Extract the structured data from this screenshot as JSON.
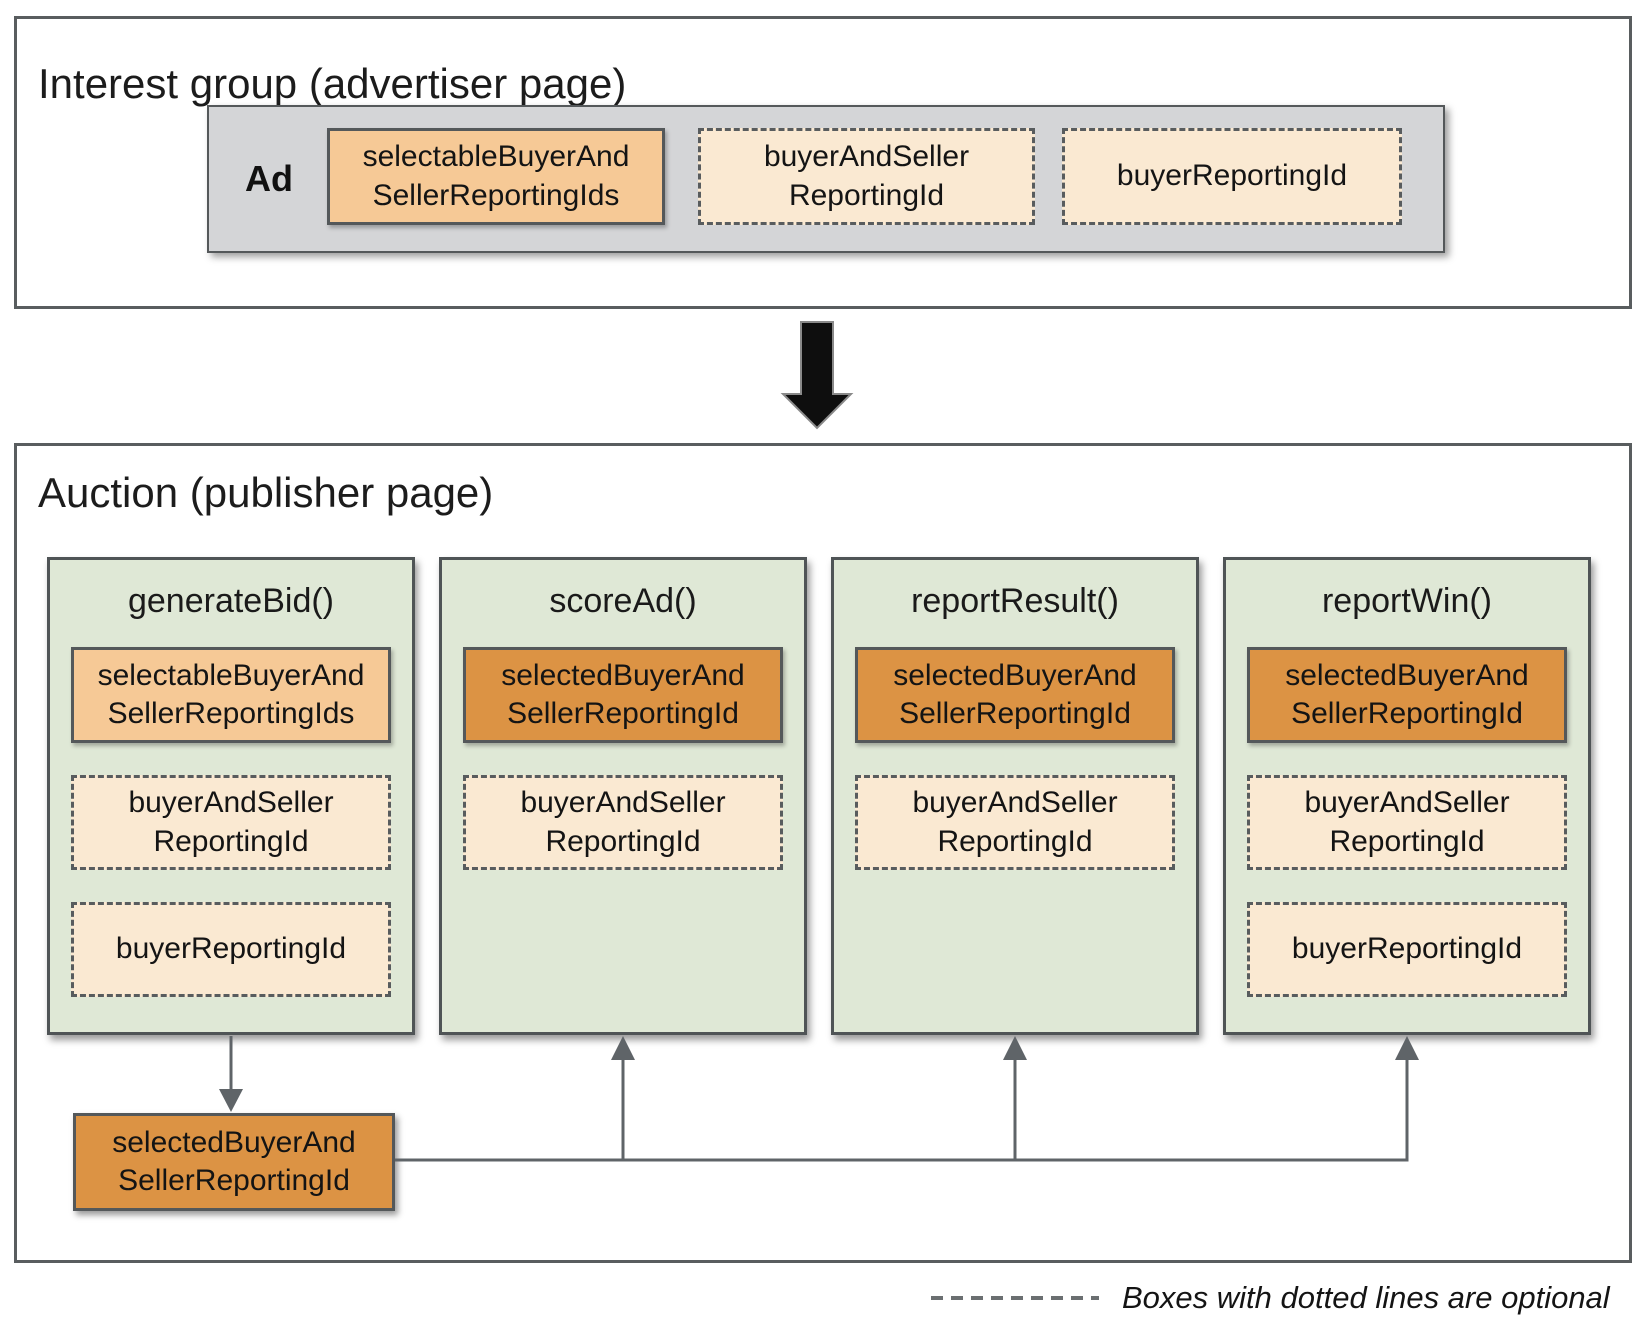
{
  "interest_group": {
    "title": "Interest group (advertiser page)",
    "ad_label": "Ad",
    "boxes": [
      {
        "label": "selectableBuyerAnd\nSellerReportingIds",
        "style": "solid-light",
        "optional": false
      },
      {
        "label": "buyerAndSeller\nReportingId",
        "style": "dashed",
        "optional": true
      },
      {
        "label": "buyerReportingId",
        "style": "dashed",
        "optional": true
      }
    ]
  },
  "auction": {
    "title": "Auction (publisher page)",
    "columns": [
      {
        "header": "generateBid()",
        "boxes": [
          {
            "label": "selectableBuyerAnd\nSellerReportingIds",
            "style": "solid-light",
            "optional": false
          },
          {
            "label": "buyerAndSeller\nReportingId",
            "style": "dashed",
            "optional": true
          },
          {
            "label": "buyerReportingId",
            "style": "dashed",
            "optional": true
          }
        ]
      },
      {
        "header": "scoreAd()",
        "boxes": [
          {
            "label": "selectedBuyerAnd\nSellerReportingId",
            "style": "solid-dark",
            "optional": false
          },
          {
            "label": "buyerAndSeller\nReportingId",
            "style": "dashed",
            "optional": true
          }
        ]
      },
      {
        "header": "reportResult()",
        "boxes": [
          {
            "label": "selectedBuyerAnd\nSellerReportingId",
            "style": "solid-dark",
            "optional": false
          },
          {
            "label": "buyerAndSeller\nReportingId",
            "style": "dashed",
            "optional": true
          }
        ]
      },
      {
        "header": "reportWin()",
        "boxes": [
          {
            "label": "selectedBuyerAnd\nSellerReportingId",
            "style": "solid-dark",
            "optional": false
          },
          {
            "label": "buyerAndSeller\nReportingId",
            "style": "dashed",
            "optional": true
          },
          {
            "label": "buyerReportingId",
            "style": "dashed",
            "optional": true
          }
        ]
      }
    ],
    "selected_output": {
      "label": "selectedBuyerAnd\nSellerReportingId"
    }
  },
  "legend": {
    "text": "Boxes with dotted lines are optional"
  },
  "colors": {
    "light_orange": "#f6c996",
    "dark_orange": "#dc9344",
    "cream": "#fae9d2",
    "green": "#dfe8d6",
    "gray_bar": "#d4d5d7",
    "border": "#54585a",
    "arrow": "#5f6468",
    "big_arrow": "#0e0e0e"
  }
}
